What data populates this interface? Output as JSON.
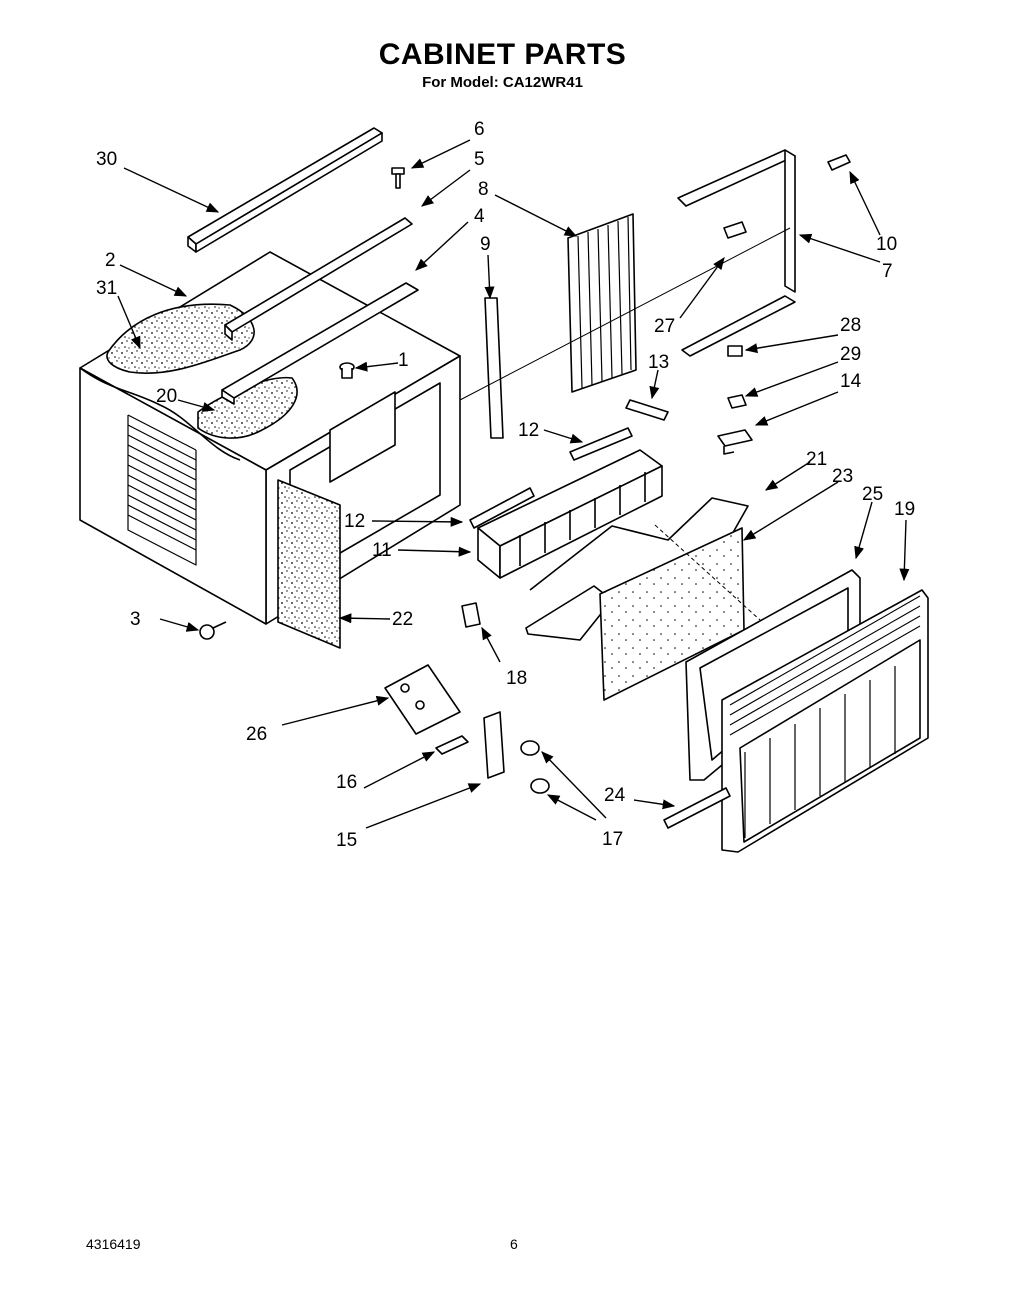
{
  "title": "CABINET PARTS",
  "subtitle": "For Model: CA12WR41",
  "callouts": [
    "1",
    "2",
    "3",
    "4",
    "5",
    "6",
    "7",
    "8",
    "9",
    "10",
    "11",
    "12",
    "12",
    "13",
    "14",
    "15",
    "16",
    "17",
    "18",
    "19",
    "20",
    "21",
    "22",
    "23",
    "24",
    "25",
    "26",
    "27",
    "28",
    "29",
    "30",
    "31"
  ],
  "footer": {
    "part_number": "4316419",
    "page": "6"
  }
}
